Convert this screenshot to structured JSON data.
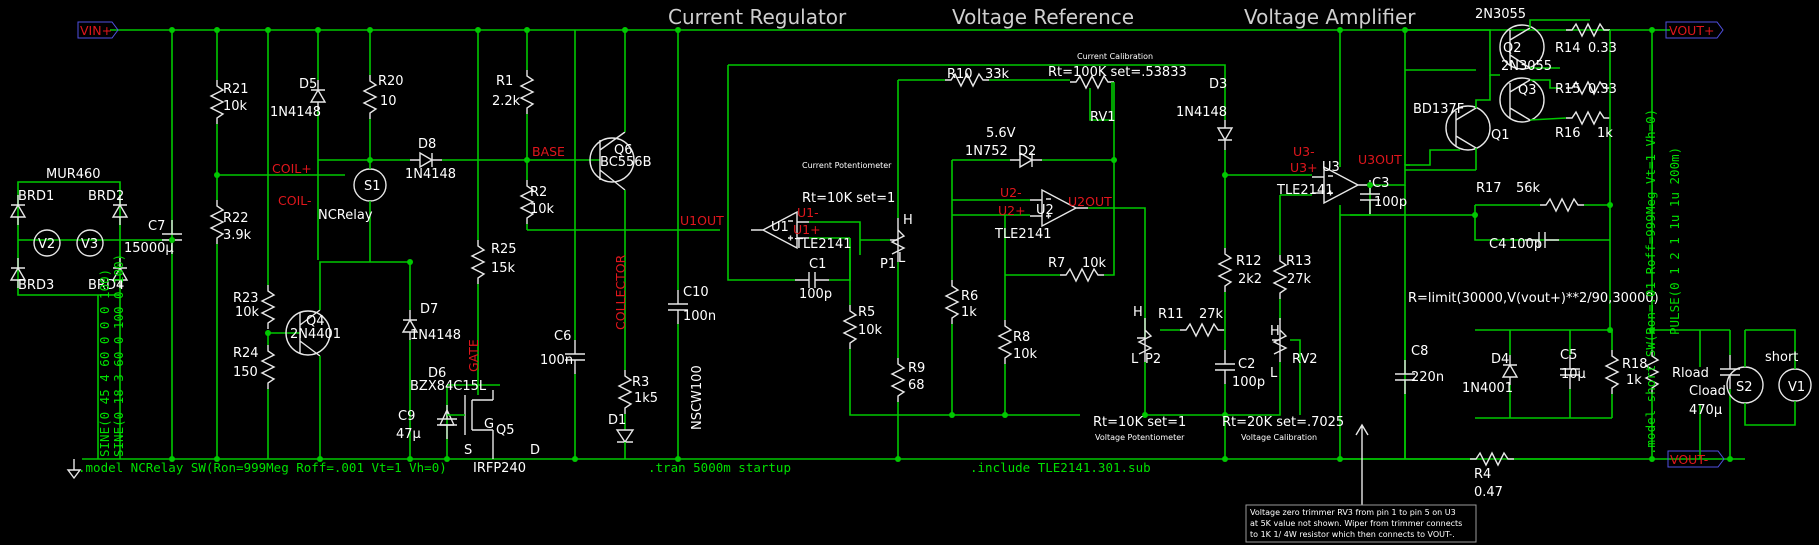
{
  "headers": {
    "current_regulator": "Current Regulator",
    "voltage_reference": "Voltage Reference",
    "voltage_amplifier": "Voltage Amplifier"
  },
  "nets": {
    "vin_plus": "VIN+",
    "vout_plus": "VOUT+",
    "vout_minus": "VOUT-",
    "coil_plus": "COIL+",
    "coil_minus": "COIL-",
    "base": "BASE",
    "gate": "GATE",
    "collector": "COLLECTOR",
    "u1out": "U1OUT",
    "u1_minus": "U1-",
    "u1_plus": "U1+",
    "u2_minus": "U2-",
    "u2_plus": "U2+",
    "u2out": "U2OUT",
    "u3_minus": "U3-",
    "u3_plus": "U3+",
    "u3out": "U3OUT"
  },
  "components": {
    "mur460": "MUR460",
    "brd1": "BRD1",
    "brd2": "BRD2",
    "brd3": "BRD3",
    "brd4": "BRD4",
    "v2": "V2",
    "v3": "V3",
    "sine1": "SINE(0 45 4 60 0 0 0 100)",
    "sine2": "SINE(0 18 3 60 0 100 0 100)",
    "c7": "C7",
    "c7_val": "15000µ",
    "r21": "R21",
    "r21_val": "10k",
    "r22": "R22",
    "r22_val": "3.9k",
    "r23": "R23",
    "r23_val": "10k",
    "r24": "R24",
    "r24_val": "150",
    "d5": "D5",
    "d5_val": "1N4148",
    "r20": "R20",
    "r20_val": "10",
    "s1": "S1",
    "s1_val": "NCRelay",
    "d8": "D8",
    "d8_val": "1N4148",
    "q4": "Q4",
    "q4_val": "2N4401",
    "d7": "D7",
    "d7_val": "1N4148",
    "d6": "D6",
    "d6_val": "BZX84C15L",
    "c9": "C9",
    "c9_val": "47µ",
    "r25": "R25",
    "r25_val": "15k",
    "q5": "Q5",
    "q5_val": "IRFP240",
    "pin_s": "S",
    "pin_g": "G",
    "pin_d": "D",
    "r1": "R1",
    "r1_val": "2.2k",
    "r2": "R2",
    "r2_val": "10k",
    "q6": "Q6",
    "q6_val": "BC556B",
    "c6": "C6",
    "c6_val": "100n",
    "r3": "R3",
    "r3_val": "1k5",
    "d1": "D1",
    "d1_val": "NSCW100",
    "c10": "C10",
    "c10_val": "100n",
    "u1": "U1",
    "u1_val": "TLE2141",
    "c1": "C1",
    "c1_val": "100p",
    "r5": "R5",
    "r5_val": "10k",
    "p1": "P1",
    "p1_val": "Rt=10K set=1",
    "pin_h": "H",
    "pin_l": "L",
    "current_pot": "Current Potentiometer",
    "r9": "R9",
    "r9_val": "68",
    "r10": "R10",
    "r10_val": "33k",
    "rv1": "RV1",
    "rv1_val": "Rt=100K set=.53833",
    "current_cal": "Current Calibration",
    "d2": "D2",
    "d2_val": "1N752",
    "d2_volt": "5.6V",
    "u2": "U2",
    "u2_val": "TLE2141",
    "r7": "R7",
    "r7_val": "10k",
    "r6": "R6",
    "r6_val": "1k",
    "r8": "R8",
    "r8_val": "10k",
    "r11": "R11",
    "r11_val": "27k",
    "p2": "P2",
    "p2_val": "Rt=10K set=1",
    "voltage_pot": "Voltage Potentiometer",
    "d3": "D3",
    "d3_val": "1N4148",
    "r12": "R12",
    "r12_val": "2k2",
    "c2": "C2",
    "c2_val": "100p",
    "r13": "R13",
    "r13_val": "27k",
    "rv2": "RV2",
    "rv2_val": "Rt=20K set=.7025",
    "voltage_cal": "Voltage Calibration",
    "u3": "U3",
    "u3_val": "TLE2141",
    "c3": "C3",
    "c3_val": "100p",
    "q2": "Q2",
    "q2_val": "2N3055",
    "q3": "Q3",
    "q3_val": "2N3055",
    "q1": "Q1",
    "q1_val": "BD137F",
    "r14": "R14",
    "r14_val": "0.33",
    "r15": "R15",
    "r15_val": "0.33",
    "r16": "R16",
    "r16_val": "1k",
    "r17": "R17",
    "r17_val": "56k",
    "c4": "C4",
    "c4_val": "100p",
    "c8": "C8",
    "c8_val": "220n",
    "d4": "D4",
    "d4_val": "1N4001",
    "c5": "C5",
    "c5_val": "10µ",
    "r18": "R18",
    "r18_val": "1k",
    "rload": "Rload",
    "cload": "Cload",
    "cload_val": "470µ",
    "s2": "S2",
    "v1": "V1",
    "short": "short",
    "r4": "R4",
    "r4_val": "0.47",
    "rload_expr": "R=limit(30000,V(vout+)**2/90,30000)"
  },
  "directives": {
    "model_relay": ".model NCRelay SW(Ron=999Meg Roff=.001 Vt=1 Vh=0)",
    "tran": ".tran 5000m startup",
    "include": ".include TLE2141.301.sub",
    "model_short": ".model short SW(Ron=.01 Roff=999Meg Vt=1 Vh=0)",
    "pulse": "PULSE(0 1 2 1 1u 1u 200m)"
  },
  "note": {
    "line1": "Voltage zero trimmer RV3 from pin 1 to pin 5 on U3",
    "line2": "at 5K value not shown.  Wiper from trimmer connects",
    "line3": "to 1K 1/ 4W resistor which then connects to VOUT-."
  }
}
